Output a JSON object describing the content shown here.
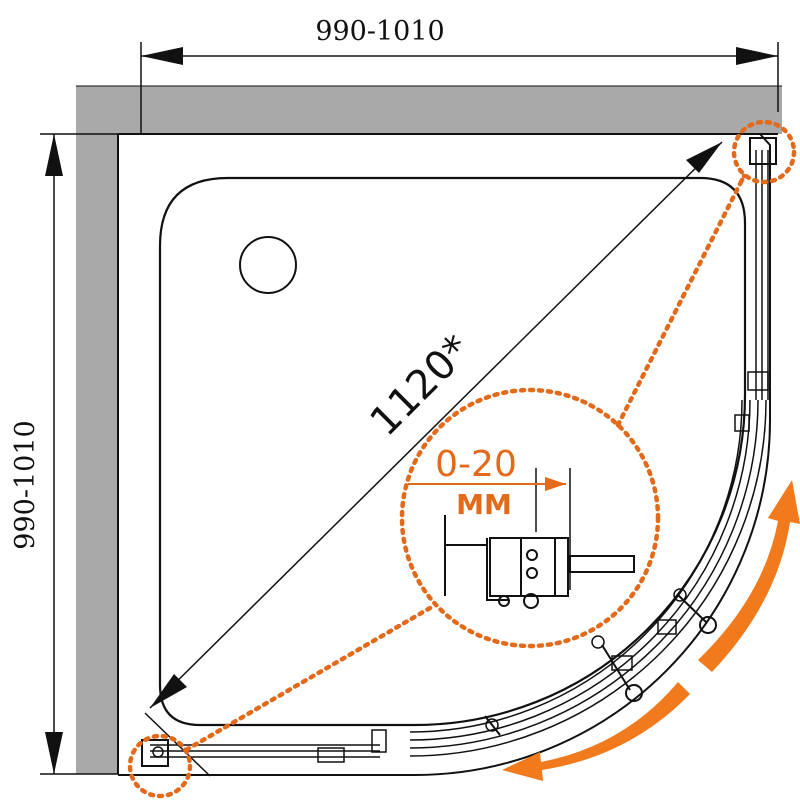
{
  "dimensions": {
    "width": "990-1010",
    "height": "990-1010",
    "diagonal": "1120*"
  },
  "detail": {
    "gap_value": "0-20",
    "gap_unit": "MM"
  },
  "colors": {
    "wall": "#a9a9a9",
    "accent": "#e26a1a",
    "arrow": "#f07a1c",
    "line": "#111111"
  }
}
